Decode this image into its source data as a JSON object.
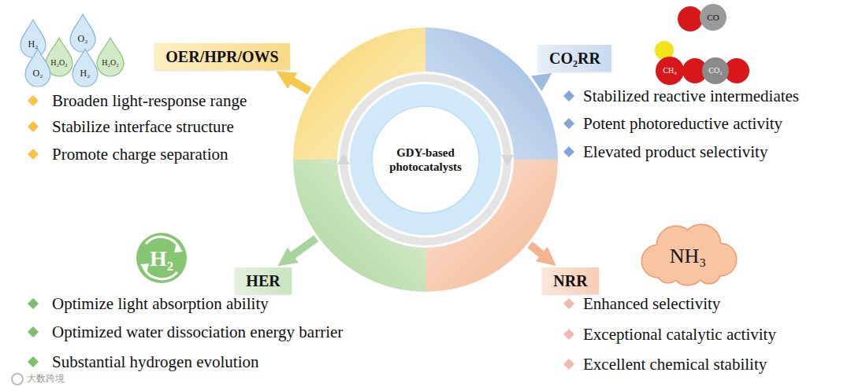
{
  "diagram": {
    "nodes": [
      {
        "text": [
          "GDY-based photocatalysts"
        ]
      },
      {
        "text": [
          "OER/HPR/OWS"
        ]
      },
      {
        "text": [
          "CO₂RR"
        ]
      },
      {
        "text": [
          "HER"
        ]
      },
      {
        "text": [
          "NRR"
        ]
      }
    ],
    "edges": [
      {
        "from": 0,
        "to": 1,
        "arrow": "to"
      },
      {
        "from": 0,
        "to": 2,
        "arrow": "to"
      },
      {
        "from": 0,
        "to": 3,
        "arrow": "to"
      },
      {
        "from": 0,
        "to": 4,
        "arrow": "to"
      }
    ],
    "labels": [
      "H₂",
      "O₂",
      "H₂O₂",
      "H₂O₂",
      "O₂",
      "H₂",
      "Broaden light-response range",
      "Stabilize interface structure",
      "Promote charge separation",
      "CO",
      "CH₄",
      "CO₂",
      "Stabilized reactive intermediates",
      "Potent photoreductive activity",
      "Elevated product selectivity",
      "H₂",
      "Optimize light absorption ability",
      "Optimized water dissociation energy barrier",
      "Substantial hydrogen evolution",
      "NH₃",
      "Enhanced selectivity",
      "Exceptional catalytic activity",
      "Excellent chemical stability",
      "大数跨境"
    ]
  }
}
